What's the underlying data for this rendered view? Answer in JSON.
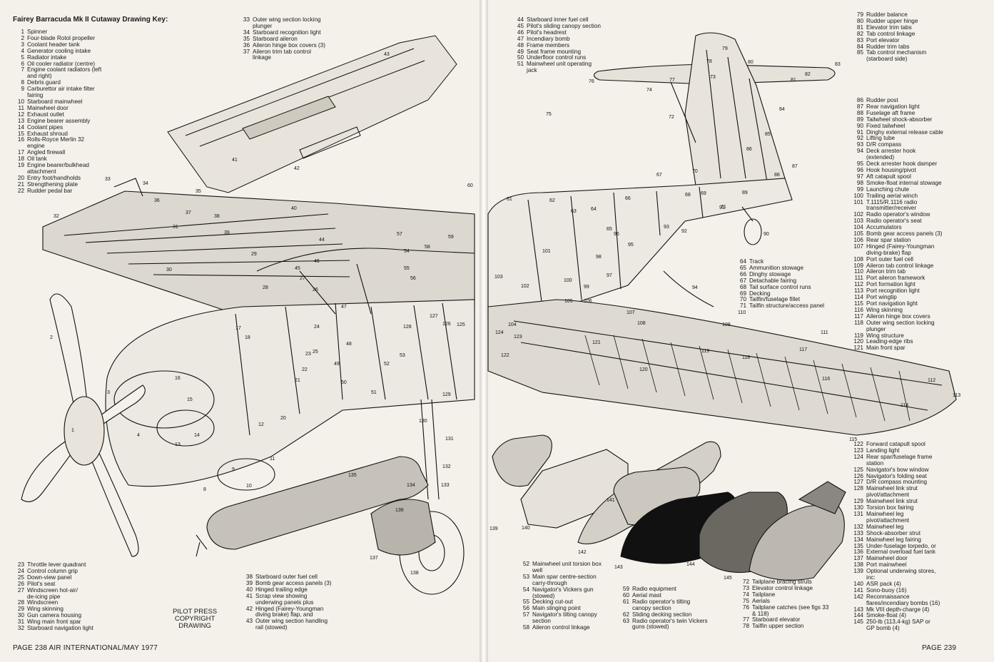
{
  "title": "Fairey Barracuda Mk II Cutaway Drawing Key:",
  "credit": [
    "PILOT PRESS",
    "COPYRIGHT",
    "DRAWING"
  ],
  "footer": {
    "left": "PAGE 238  AIR INTERNATIONAL/MAY 1977",
    "right": "PAGE 239"
  },
  "callouts": [
    "1",
    "2",
    "3",
    "4",
    "8",
    "9",
    "10",
    "11",
    "12",
    "13",
    "14",
    "15",
    "16",
    "17",
    "18",
    "20",
    "21",
    "22",
    "23",
    "24",
    "25",
    "26",
    "27",
    "28",
    "29",
    "30",
    "31",
    "32",
    "33",
    "34",
    "35",
    "36",
    "37",
    "38",
    "39",
    "40",
    "41",
    "42",
    "43",
    "44",
    "45",
    "46",
    "47",
    "48",
    "49",
    "50",
    "51",
    "52",
    "53",
    "54",
    "55",
    "56",
    "57",
    "58",
    "59",
    "60",
    "61",
    "62",
    "63",
    "64",
    "65",
    "66",
    "67",
    "68",
    "69",
    "70",
    "71",
    "72",
    "73",
    "74",
    "75",
    "76",
    "77",
    "78",
    "79",
    "80",
    "81",
    "82",
    "83",
    "84",
    "85",
    "86",
    "87",
    "88",
    "89",
    "90",
    "91",
    "92",
    "93",
    "94",
    "95",
    "96",
    "97",
    "98",
    "99",
    "100",
    "101",
    "102",
    "103",
    "104",
    "105",
    "106",
    "107",
    "108",
    "109",
    "110",
    "111",
    "112",
    "113",
    "114",
    "115",
    "116",
    "117",
    "118",
    "119",
    "120",
    "121",
    "122",
    "123",
    "124",
    "125",
    "126",
    "127",
    "128",
    "129",
    "130",
    "131",
    "132",
    "133",
    "134",
    "135",
    "136",
    "137",
    "138",
    "139",
    "140",
    "141",
    "142",
    "143",
    "144",
    "145"
  ],
  "keys": {
    "k1": [
      {
        "n": "1",
        "t": "Spinner"
      },
      {
        "n": "2",
        "t": "Four-blade Rotol propeller"
      },
      {
        "n": "3",
        "t": "Coolant header tank"
      },
      {
        "n": "4",
        "t": "Generator cooling intake"
      },
      {
        "n": "5",
        "t": "Radiator intake"
      },
      {
        "n": "6",
        "t": "Oil cooler radiator (centre)"
      },
      {
        "n": "7",
        "t": "Engine coolant radiators (left"
      },
      {
        "n": "",
        "t": "and right)"
      },
      {
        "n": "8",
        "t": "Debris guard"
      },
      {
        "n": "9",
        "t": "Carburettor air intake filter"
      },
      {
        "n": "",
        "t": "fairing"
      },
      {
        "n": "10",
        "t": "Starboard mainwheel"
      },
      {
        "n": "11",
        "t": "Mainwheel door"
      },
      {
        "n": "12",
        "t": "Exhaust outlet"
      },
      {
        "n": "13",
        "t": "Engine bearer assembly"
      },
      {
        "n": "14",
        "t": "Coolant pipes"
      },
      {
        "n": "15",
        "t": "Exhaust shroud"
      },
      {
        "n": "16",
        "t": "Rolls-Royce Merlin 32"
      },
      {
        "n": "",
        "t": "engine"
      },
      {
        "n": "17",
        "t": "Angled firewall"
      },
      {
        "n": "18",
        "t": "Oil tank"
      },
      {
        "n": "19",
        "t": "Engine bearer/bulkhead"
      },
      {
        "n": "",
        "t": "attachment"
      },
      {
        "n": "20",
        "t": "Entry foot/handholds"
      },
      {
        "n": "21",
        "t": "Strengthening plate"
      },
      {
        "n": "22",
        "t": "Rudder pedal bar"
      }
    ],
    "k2": [
      {
        "n": "33",
        "t": "Outer wing section locking"
      },
      {
        "n": "",
        "t": "plunger"
      },
      {
        "n": "34",
        "t": "Starboard recognition light"
      },
      {
        "n": "35",
        "t": "Starboard aileron"
      },
      {
        "n": "36",
        "t": "Aileron hinge box covers (3)"
      },
      {
        "n": "37",
        "t": "Aileron trim tab control"
      },
      {
        "n": "",
        "t": "linkage"
      }
    ],
    "k3": [
      {
        "n": "23",
        "t": "Throttle lever quadrant"
      },
      {
        "n": "24",
        "t": "Control column grip"
      },
      {
        "n": "25",
        "t": "Down-view panel"
      },
      {
        "n": "26",
        "t": "Pilot's seat"
      },
      {
        "n": "27",
        "t": "Windscreen hot-air/"
      },
      {
        "n": "",
        "t": "de-icing pipe"
      },
      {
        "n": "28",
        "t": "Windscreen"
      },
      {
        "n": "29",
        "t": "Wing skinning"
      },
      {
        "n": "30",
        "t": "Gun camera housing"
      },
      {
        "n": "31",
        "t": "Wing main front spar"
      },
      {
        "n": "32",
        "t": "Starboard navigation light"
      }
    ],
    "k4": [
      {
        "n": "38",
        "t": "Starboard outer fuel cell"
      },
      {
        "n": "39",
        "t": "Bomb gear access panels (3)"
      },
      {
        "n": "40",
        "t": "Hinged trailing edge"
      },
      {
        "n": "41",
        "t": "Scrap view showing"
      },
      {
        "n": "",
        "t": "underwing panels plus"
      },
      {
        "n": "42",
        "t": "Hinged (Fairey-Youngman"
      },
      {
        "n": "",
        "t": "diving brake) flap, and"
      },
      {
        "n": "43",
        "t": "Outer wing section handling"
      },
      {
        "n": "",
        "t": "rail (stowed)"
      }
    ],
    "k5": [
      {
        "n": "44",
        "t": "Starboard inner fuel cell"
      },
      {
        "n": "45",
        "t": "Pilot's sliding canopy section"
      },
      {
        "n": "46",
        "t": "Pilot's headrest"
      },
      {
        "n": "47",
        "t": "Incendiary bomb"
      },
      {
        "n": "48",
        "t": "Frame members"
      },
      {
        "n": "49",
        "t": "Seat frame mounting"
      },
      {
        "n": "50",
        "t": "Underfloor control runs"
      },
      {
        "n": "51",
        "t": "Mainwheel unit operating"
      },
      {
        "n": "",
        "t": "jack"
      }
    ],
    "k6": [
      {
        "n": "79",
        "t": "Rudder balance"
      },
      {
        "n": "80",
        "t": "Rudder upper hinge"
      },
      {
        "n": "81",
        "t": "Elevator trim tabs"
      },
      {
        "n": "82",
        "t": "Tab control linkage"
      },
      {
        "n": "83",
        "t": "Port elevator"
      },
      {
        "n": "84",
        "t": "Rudder trim tabs"
      },
      {
        "n": "85",
        "t": "Tab control mechanism"
      },
      {
        "n": "",
        "t": "(starboard side)"
      }
    ],
    "k7": [
      {
        "n": "86",
        "t": "Rudder post"
      },
      {
        "n": "87",
        "t": "Rear navigation light"
      },
      {
        "n": "88",
        "t": "Fuselage aft frame"
      },
      {
        "n": "89",
        "t": "Tailwheel shock-absorber"
      },
      {
        "n": "90",
        "t": "Fixed tailwheel"
      },
      {
        "n": "91",
        "t": "Dinghy external release cable"
      },
      {
        "n": "92",
        "t": "Lifting tube"
      },
      {
        "n": "93",
        "t": "D/R compass"
      },
      {
        "n": "94",
        "t": "Deck arrester hook"
      },
      {
        "n": "",
        "t": "(extended)"
      },
      {
        "n": "95",
        "t": "Deck arrester hook damper"
      },
      {
        "n": "96",
        "t": "Hook housing/pivot"
      },
      {
        "n": "97",
        "t": "Aft catapult spool"
      },
      {
        "n": "98",
        "t": "Smoke-float internal stowage"
      },
      {
        "n": "99",
        "t": "Launching chute"
      },
      {
        "n": "100",
        "t": "Trailing aerial winch"
      },
      {
        "n": "101",
        "t": "T.1115/R.1116 radio"
      },
      {
        "n": "",
        "t": "transmitter/receiver"
      },
      {
        "n": "102",
        "t": "Radio operator's window"
      },
      {
        "n": "103",
        "t": "Radio operator's seat"
      },
      {
        "n": "104",
        "t": "Accumulators"
      },
      {
        "n": "105",
        "t": "Bomb gear access panels (3)"
      },
      {
        "n": "106",
        "t": "Rear spar station"
      },
      {
        "n": "107",
        "t": "Hinged (Fairey-Youngman"
      },
      {
        "n": "",
        "t": "diving-brake) flap"
      },
      {
        "n": "108",
        "t": "Port outer fuel cell"
      },
      {
        "n": "109",
        "t": "Aileron tab control linkage"
      },
      {
        "n": "110",
        "t": "Aileron trim tab"
      },
      {
        "n": "111",
        "t": "Port aileron framework"
      },
      {
        "n": "112",
        "t": "Port formation light"
      },
      {
        "n": "113",
        "t": "Port recognition light"
      },
      {
        "n": "114",
        "t": "Port wingtip"
      },
      {
        "n": "115",
        "t": "Port navigation light"
      },
      {
        "n": "116",
        "t": "Wing skinning"
      },
      {
        "n": "117",
        "t": "Aileron hinge box covers"
      },
      {
        "n": "118",
        "t": "Outer wing section locking"
      },
      {
        "n": "",
        "t": "plunger"
      },
      {
        "n": "119",
        "t": "Wing structure"
      },
      {
        "n": "120",
        "t": "Leading-edge ribs"
      },
      {
        "n": "121",
        "t": "Main front spar"
      }
    ],
    "k8": [
      {
        "n": "64",
        "t": "Track"
      },
      {
        "n": "65",
        "t": "Ammunition stowage"
      },
      {
        "n": "66",
        "t": "Dinghy stowage"
      },
      {
        "n": "67",
        "t": "Detachable fairing"
      },
      {
        "n": "68",
        "t": "Tail surface control runs"
      },
      {
        "n": "69",
        "t": "Decking"
      },
      {
        "n": "70",
        "t": "Tailfin/fuselage fillet"
      },
      {
        "n": "71",
        "t": "Tailfin structure/access panel"
      }
    ],
    "k9": [
      {
        "n": "122",
        "t": "Forward catapult spool"
      },
      {
        "n": "123",
        "t": "Landing light"
      },
      {
        "n": "124",
        "t": "Rear spar/fuselage frame"
      },
      {
        "n": "",
        "t": "station"
      },
      {
        "n": "125",
        "t": "Navigator's bow window"
      },
      {
        "n": "126",
        "t": "Navigator's folding seat"
      },
      {
        "n": "127",
        "t": "D/R compass mounting"
      },
      {
        "n": "128",
        "t": "Mainwheel link strut"
      },
      {
        "n": "",
        "t": "pivot/attachment"
      },
      {
        "n": "129",
        "t": "Mainwheel link strut"
      },
      {
        "n": "130",
        "t": "Torsion box fairing"
      },
      {
        "n": "131",
        "t": "Mainwheel leg"
      },
      {
        "n": "",
        "t": "pivot/attachment"
      },
      {
        "n": "132",
        "t": "Mainwheel leg"
      },
      {
        "n": "133",
        "t": "Shock-absorber strut"
      },
      {
        "n": "134",
        "t": "Mainwheel leg fairing"
      },
      {
        "n": "135",
        "t": "Under-fuselage torpedo, or"
      },
      {
        "n": "136",
        "t": "External overload fuel tank"
      },
      {
        "n": "137",
        "t": "Mainwheel door"
      },
      {
        "n": "138",
        "t": "Port mainwheel"
      },
      {
        "n": "139",
        "t": "Optional underwing stores,"
      },
      {
        "n": "",
        "t": "inc:"
      },
      {
        "n": "140",
        "t": "ASR pack (4)"
      },
      {
        "n": "141",
        "t": "Sono-buoy (16)"
      },
      {
        "n": "142",
        "t": "Reconnaissance"
      },
      {
        "n": "",
        "t": "flares/incendiary bombs (16)"
      },
      {
        "n": "143",
        "t": "Mk VIII depth-charge (4)"
      },
      {
        "n": "144",
        "t": "Smoke-float (4)"
      },
      {
        "n": "145",
        "t": "250-lb (113,4-kg) SAP or"
      },
      {
        "n": "",
        "t": "GP bomb (4)"
      }
    ],
    "k10": [
      {
        "n": "52",
        "t": "Mainwheel unit torsion box"
      },
      {
        "n": "",
        "t": "well"
      },
      {
        "n": "53",
        "t": "Main spar centre-section"
      },
      {
        "n": "",
        "t": "carry-through"
      },
      {
        "n": "54",
        "t": "Navigator's Vickers gun"
      },
      {
        "n": "",
        "t": "(stowed)"
      },
      {
        "n": "55",
        "t": "Decking cut-out"
      },
      {
        "n": "56",
        "t": "Main slinging point"
      },
      {
        "n": "57",
        "t": "Navigator's tilting canopy"
      },
      {
        "n": "",
        "t": "section"
      },
      {
        "n": "58",
        "t": "Aileron control linkage"
      }
    ],
    "k11": [
      {
        "n": "59",
        "t": "Radio equipment"
      },
      {
        "n": "60",
        "t": "Aerial mast"
      },
      {
        "n": "61",
        "t": "Radio operator's tilting"
      },
      {
        "n": "",
        "t": "canopy section"
      },
      {
        "n": "62",
        "t": "Sliding decking section"
      },
      {
        "n": "63",
        "t": "Radio operator's twin Vickers"
      },
      {
        "n": "",
        "t": "guns (stowed)"
      }
    ],
    "k12": [
      {
        "n": "72",
        "t": "Tailplane bracing struts"
      },
      {
        "n": "73",
        "t": "Elevator control linkage"
      },
      {
        "n": "74",
        "t": "Tailplane"
      },
      {
        "n": "75",
        "t": "Aerials"
      },
      {
        "n": "76",
        "t": "Tailplane catches (see figs 33"
      },
      {
        "n": "",
        "t": "& 118)"
      },
      {
        "n": "77",
        "t": "Starboard elevator"
      },
      {
        "n": "78",
        "t": "Tailfin upper section"
      }
    ]
  }
}
